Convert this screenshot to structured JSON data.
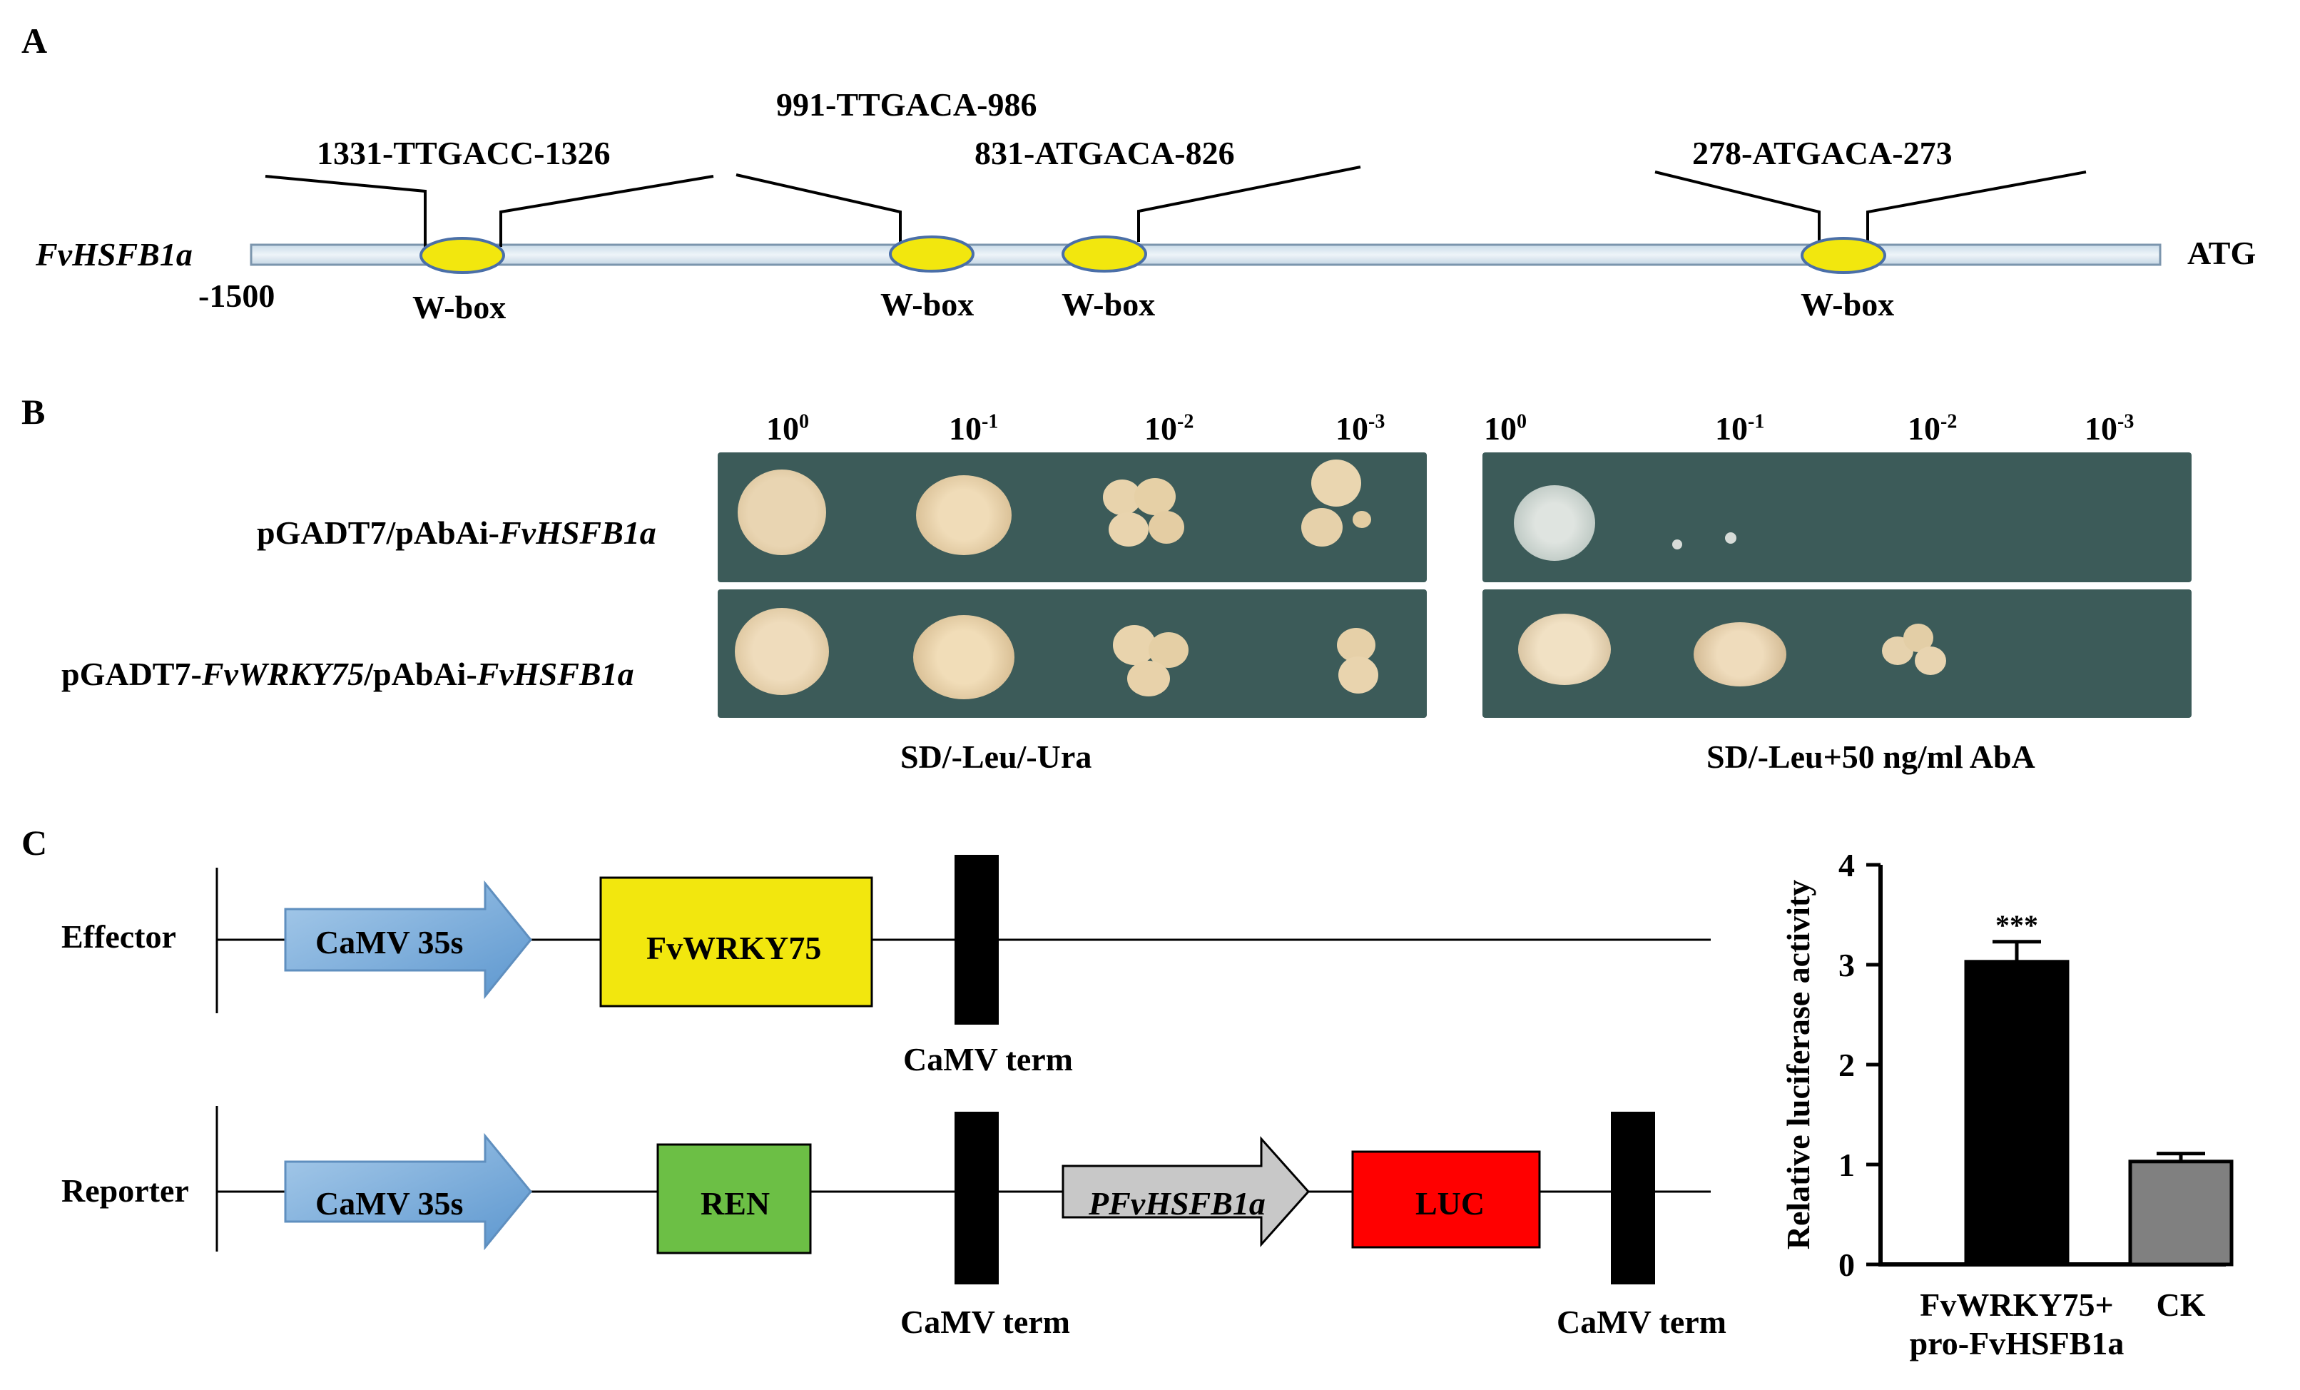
{
  "panels": {
    "a": "A",
    "b": "B",
    "c": "C"
  },
  "panel_a": {
    "gene": "FvHSFB1a",
    "start": "-1500",
    "end": "ATG",
    "sites": [
      {
        "seq": "1331-TTGACC-1326",
        "label": "W-box"
      },
      {
        "seq": "991-TTGACA-986",
        "label": "W-box"
      },
      {
        "seq": "831-ATGACA-826",
        "label": "W-box"
      },
      {
        "seq": "278-ATGACA-273",
        "label": "W-box"
      }
    ]
  },
  "panel_b": {
    "dilutions_left": [
      {
        "base": "10",
        "exp": "0"
      },
      {
        "base": "10",
        "exp": "-1"
      },
      {
        "base": "10",
        "exp": "-2"
      },
      {
        "base": "10",
        "exp": "-3"
      }
    ],
    "dilutions_right": [
      {
        "base": "10",
        "exp": "0"
      },
      {
        "base": "10",
        "exp": "-1"
      },
      {
        "base": "10",
        "exp": "-2"
      },
      {
        "base": "10",
        "exp": "-3"
      }
    ],
    "row1": {
      "prefix": "pGADT7/pAbAi-",
      "gene": "FvHSFB1a"
    },
    "row2": {
      "prefix": "pGADT7-",
      "effector": "FvWRKY75",
      "mid": "/pAbAi-",
      "gene": "FvHSFB1a"
    },
    "media_left": "SD/-Leu/-Ura",
    "media_right": "SD/-Leu+50 ng/ml AbA"
  },
  "panel_c": {
    "effector_label": "Effector",
    "reporter_label": "Reporter",
    "promoter": "CaMV 35s",
    "effector_gene": "FvWRKY75",
    "terminator": "CaMV term",
    "ren": "REN",
    "reporter_promoter": "PFvHSFB1a",
    "luc": "LUC",
    "colors": {
      "promoter": "#6fa6d6",
      "effector_gene": "#f2e70e",
      "ren": "#6cbf45",
      "luc": "#ff0000",
      "reporter_promoter": "#c8c8c8"
    }
  },
  "chart_data": {
    "type": "bar",
    "categories": [
      "FvWRKY75+ pro-FvHSFB1a",
      "CK"
    ],
    "category_lines": [
      [
        "FvWRKY75+",
        "pro-FvHSFB1a"
      ],
      [
        "CK"
      ]
    ],
    "values": [
      3.03,
      1.03
    ],
    "errors": [
      0.2,
      0.08
    ],
    "colors": [
      "#000000",
      "#808080"
    ],
    "significance": [
      "***",
      ""
    ],
    "ylabel": "Relative luciferase activity",
    "ylim": [
      0,
      4
    ],
    "yticks": [
      "0",
      "1",
      "2",
      "3",
      "4"
    ]
  }
}
